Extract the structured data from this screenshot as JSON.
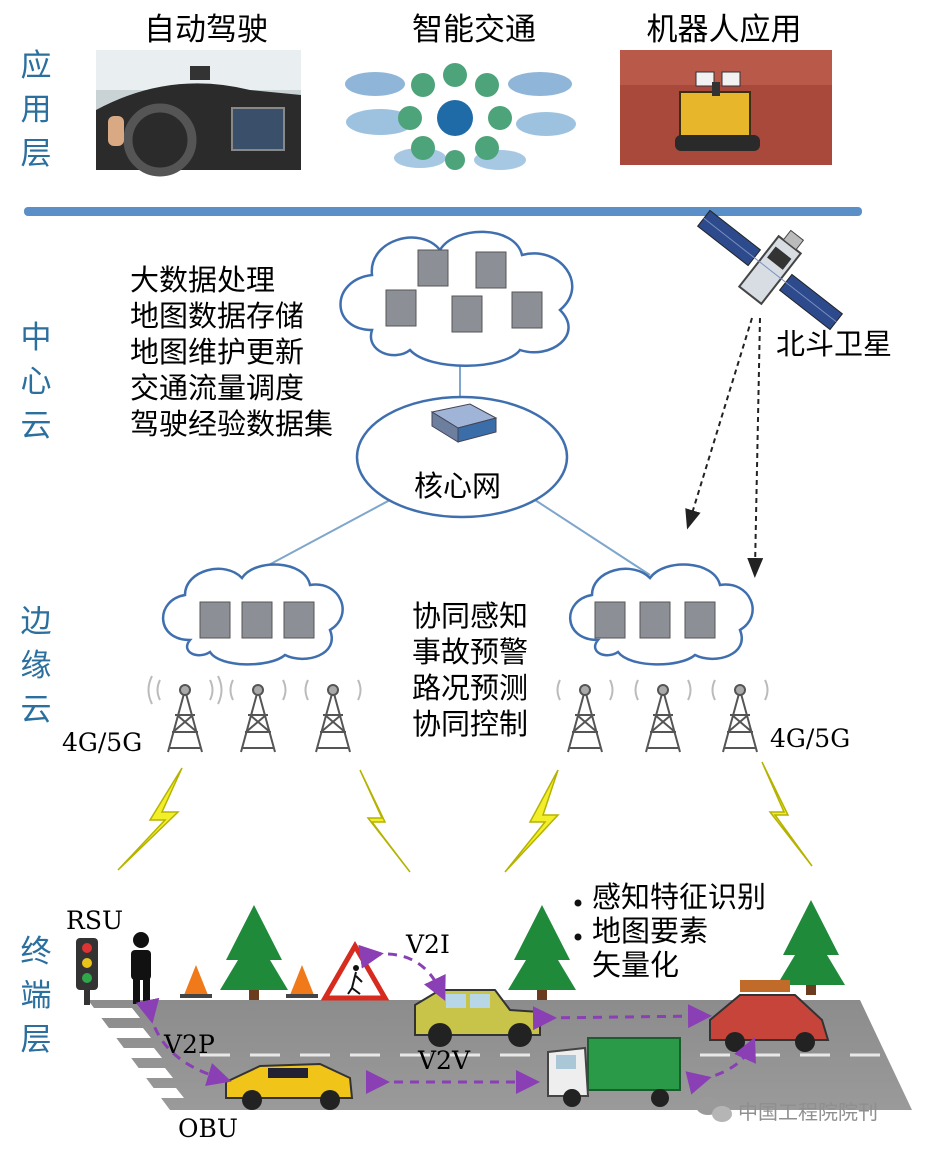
{
  "layers": {
    "application": "应用层",
    "center_cloud": "中心云",
    "edge_cloud": "边缘云",
    "terminal": "终端层"
  },
  "applications": [
    {
      "label": "自动驾驶",
      "icon": "autonomous-driving-photo"
    },
    {
      "label": "智能交通",
      "icon": "intelligent-traffic-diagram"
    },
    {
      "label": "机器人应用",
      "icon": "robot-photo"
    }
  ],
  "center_tasks": [
    "大数据处理",
    "地图数据存储",
    "地图维护更新",
    "交通流量调度",
    "驾驶经验数据集"
  ],
  "core_network": "核心网",
  "satellite": "北斗卫星",
  "edge_tasks": [
    "协同感知",
    "事故预警",
    "路况预测",
    "协同控制"
  ],
  "network_left": "4G/5G",
  "network_right": "4G/5G",
  "terminal_tasks": [
    "感知特征识别",
    "地图要素",
    "矢量化"
  ],
  "terminal_labels": {
    "rsu": "RSU",
    "obu": "OBU",
    "v2i": "V2I",
    "v2p": "V2P",
    "v2v": "V2V"
  },
  "watermark": "中国工程院院刊",
  "colors": {
    "layer_label": "#2a6f9e",
    "divider": "#5b8fc7",
    "cloud_stroke": "#3f6fae",
    "arrow": "#8a3fb5",
    "lightning": "#f2ef2a",
    "road": "#8f8f8f"
  }
}
